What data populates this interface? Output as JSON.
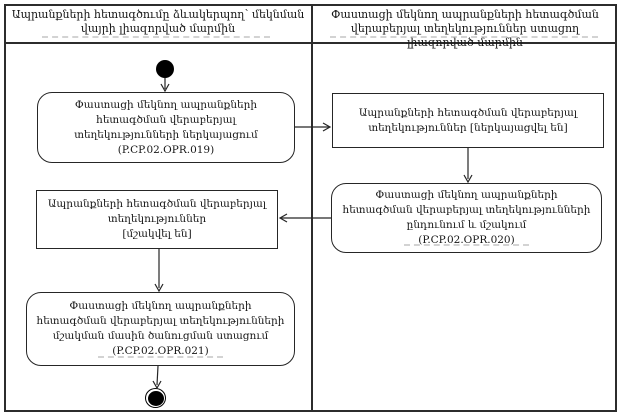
{
  "lanes": [
    {
      "title": "Ապրանքների հետագծումը ձևակերպող՝ մեկնման վայրի լիազորված մարմին"
    },
    {
      "title": "Փաստացի մեկնող ապրանքների հետագծման վերաբերյալ տեղեկություններ ստացող լիազորված մարմին"
    }
  ],
  "nodes": {
    "start": {
      "type": "initial"
    },
    "l1": {
      "type": "action",
      "lane": 0,
      "label": "Փաստացի մեկնող ապրանքների հետագծման վերաբերյալ տեղեկությունների ներկայացում",
      "code": "(P.CP.02.OPR.019)"
    },
    "r1": {
      "type": "object-state",
      "lane": 1,
      "label": "Ապրանքների հետագծման վերաբերյալ տեղեկություններ",
      "state": "[ներկայացվել են]"
    },
    "r2": {
      "type": "action",
      "lane": 1,
      "label": "Փաստացի մեկնող ապրանքների հետագծման վերաբերյալ տեղեկությունների ընդունում և մշակում",
      "code": "(P.CP.02.OPR.020)"
    },
    "l2": {
      "type": "object-state",
      "lane": 0,
      "label": "Ապրանքների հետագծման վերաբերյալ տեղեկություններ",
      "state": "[մշակվել են]"
    },
    "l3": {
      "type": "action",
      "lane": 0,
      "label": "Փաստացի մեկնող ապրանքների հետագծման վերաբերյալ տեղեկությունների մշակման մասին ծանուցման ստացում",
      "code": "(P.CP.02.OPR.021)"
    },
    "end": {
      "type": "final"
    }
  },
  "edges": [
    {
      "from": "start",
      "to": "l1"
    },
    {
      "from": "l1",
      "to": "r1"
    },
    {
      "from": "r1",
      "to": "r2"
    },
    {
      "from": "r2",
      "to": "l2"
    },
    {
      "from": "l2",
      "to": "l3"
    },
    {
      "from": "l3",
      "to": "end"
    }
  ],
  "colors": {
    "line": "#262626",
    "background": "#ffffff"
  }
}
